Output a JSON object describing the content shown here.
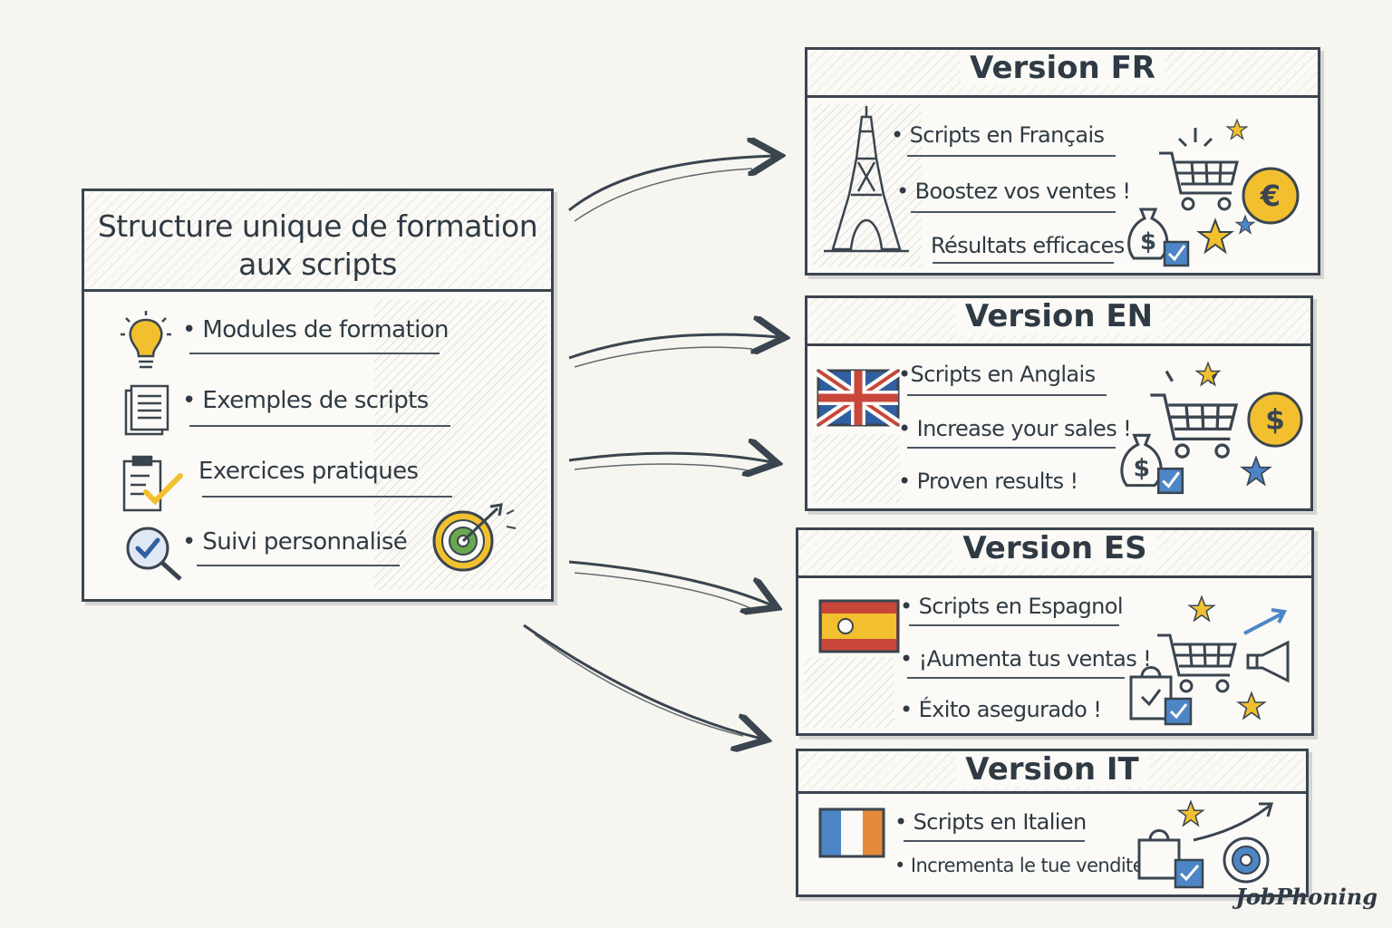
{
  "main": {
    "title_line1": "Structure unique de formation",
    "title_line2": "aux scripts",
    "items": [
      {
        "label": "• Modules de formation",
        "icon": "lightbulb-icon"
      },
      {
        "label": "• Exemples de scripts",
        "icon": "document-icon"
      },
      {
        "label": "Exercices pratiques",
        "icon": "clipboard-check-icon"
      },
      {
        "label": "• Suivi personnalisé",
        "icon": "magnifier-check-icon"
      }
    ]
  },
  "versions": [
    {
      "title": "Version FR",
      "items": [
        "• Scripts en Français",
        "• Boostez vos ventes !",
        "Résultats efficaces"
      ],
      "icon": "eiffel-tower-icon"
    },
    {
      "title": "Version EN",
      "items": [
        "•Scripts en Anglais",
        "• Increase your sales !",
        "• Proven results !"
      ],
      "icon": "uk-flag-icon"
    },
    {
      "title": "Version ES",
      "items": [
        "• Scripts en Espagnol",
        "• ¡Aumenta tus ventas !",
        "• Éxito asegurado !"
      ],
      "icon": "spain-flag-icon"
    },
    {
      "title": "Version IT",
      "items": [
        "• Scripts en Italien",
        "• Incrementa le tue vendite !"
      ],
      "icon": "italy-flag-icon"
    }
  ],
  "symbols": {
    "euro": "€",
    "dollar": "$"
  },
  "brand": {
    "logo": "JobPhoning"
  },
  "colors": {
    "ink": "#3a4550",
    "yellow": "#f2c02e",
    "blue": "#4d86c6",
    "red": "#c8473a",
    "orange": "#e38a3a",
    "green": "#6aa84f"
  }
}
